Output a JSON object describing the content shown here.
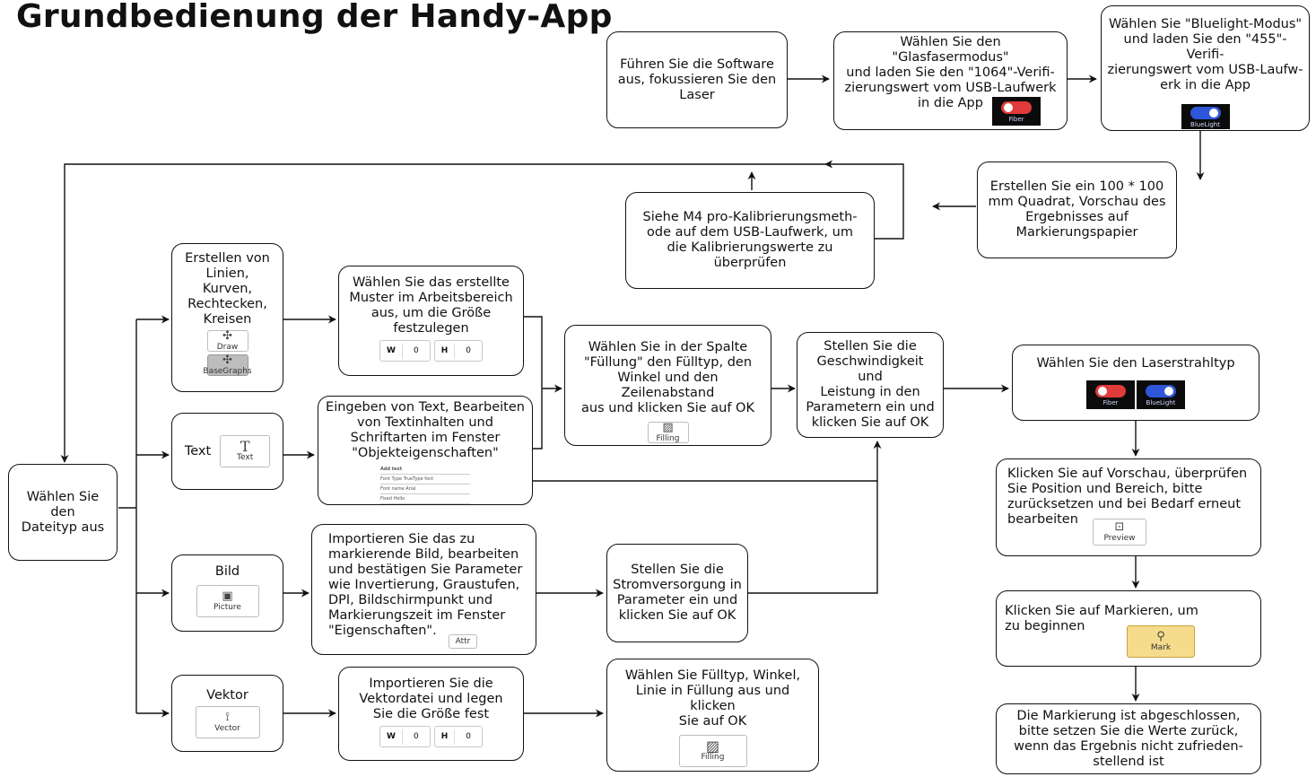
{
  "title": "Grundbedienung der Handy-App",
  "steps": {
    "run_software": "Führen Sie die Software\naus, fokussieren Sie den\nLaser",
    "fiber_mode": "Wählen Sie den \"Glasfasermodus\"\nund laden Sie den \"1064\"-Verifi-\nzierungswert vom USB-Laufwerk\nin die App",
    "bluelight_mode": "Wählen Sie \"Bluelight-Modus\"\nund laden Sie den \"455\"-Verifi-\nzierungswert vom USB-Laufw-\nerk in die App",
    "square_preview": "Erstellen Sie ein 100 * 100\nmm Quadrat, Vorschau des\nErgebnisses auf\nMarkierungspapier",
    "calibration": "Siehe M4 pro-Kalibrierungsmeth-\node auf dem USB-Laufwerk, um\ndie Kalibrierungswerte zu\nüberprüfen",
    "file_type": "Wählen Sie den\nDateityp aus",
    "lines_shapes": "Erstellen von\nLinien,\nKurven,\nRechtecken,\nKreisen",
    "text_type": "Text",
    "picture_type": "Bild",
    "vector_type": "Vektor",
    "select_pattern": "Wählen Sie das erstellte\nMuster im Arbeitsbereich\naus, um die Größe\nfestzulegen",
    "enter_text": "Eingeben von Text, Bearbeiten\nvon Textinhalten und\nSchriftarten im Fenster\n\"Objekteigenschaften\"",
    "import_picture": "Importieren Sie das zu\nmarkierende Bild, bearbeiten\nund bestätigen Sie Parameter\nwie Invertierung, Graustufen,\nDPI, Bildschirmpunkt und\nMarkierungszeit im Fenster\n\"Eigenschaften\".",
    "import_vector": "Importieren Sie die\nVektordatei und legen\nSie die Größe fest",
    "fill_column": "Wählen Sie in der Spalte\n\"Füllung\" den Fülltyp, den\nWinkel und den Zeilenabstand\naus und klicken Sie auf OK",
    "speed_power": "Stellen Sie die\nGeschwindigkeit und\nLeistung in den\nParametern ein und\nklicken Sie auf OK",
    "power_supply": "Stellen Sie die\nStromversorgung in\nParameter ein und\nklicken Sie auf OK",
    "fill_vector": "Wählen Sie Fülltyp, Winkel,\nLinie in Füllung aus und klicken\nSie auf OK",
    "laser_type": "Wählen Sie den Laserstrahltyp",
    "preview_check": "Klicken Sie auf Vorschau, überprüfen\nSie Position und Bereich, bitte\nzurücksetzen und bei Bedarf erneut\nbearbeiten",
    "mark_start": "Klicken Sie auf Markieren, um\nzu beginnen",
    "done": "Die Markierung ist abgeschlossen,\nbitte setzen Sie die Werte zurück,\nwenn das Ergebnis nicht zufrieden-\nstellend ist"
  },
  "ui": {
    "fiber": "Fiber",
    "bluelight": "BlueLight",
    "draw": "Draw",
    "basegraphs": "BaseGraphs",
    "text_btn": "Text",
    "picture_btn": "Picture",
    "vector_btn": "Vector",
    "attr_btn": "Attr",
    "filling_btn": "Filling",
    "preview_btn": "Preview",
    "mark_btn": "Mark",
    "w": "W",
    "h": "H",
    "w_value": "0",
    "h_value": "0",
    "add_text": "Add text",
    "font_type": "Font Type",
    "font_type_value": "TrueType font",
    "font_name": "Font name",
    "font_name_value": "Arial",
    "fixed": "Fixed",
    "fixed_value": "Hello"
  },
  "icons": [
    "draw-icon",
    "basegraphs-icon",
    "text-icon",
    "picture-icon",
    "vector-icon",
    "filling-icon",
    "preview-icon",
    "mark-icon",
    "toggle-fiber-icon",
    "toggle-bluelight-icon"
  ],
  "colors": {
    "fiber_toggle": "#e03a3a",
    "bluelight_toggle": "#2f56d8",
    "mark_button": "#f5dc8d",
    "line": "#111111"
  }
}
